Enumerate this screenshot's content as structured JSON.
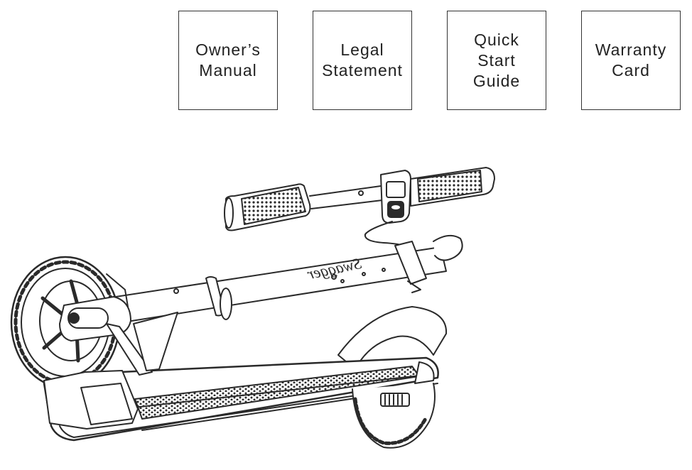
{
  "documents": [
    {
      "lines": [
        "Owner’s",
        "Manual"
      ]
    },
    {
      "lines": [
        "Legal",
        "Statement"
      ]
    },
    {
      "lines": [
        "Quick",
        "Start",
        "Guide"
      ]
    },
    {
      "lines": [
        "Warranty",
        "Card"
      ]
    }
  ],
  "illustration": {
    "subject": "folded-electric-scooter",
    "brand_mark": "Swagger"
  },
  "colors": {
    "line": "#2a2a2a",
    "background": "#ffffff"
  }
}
